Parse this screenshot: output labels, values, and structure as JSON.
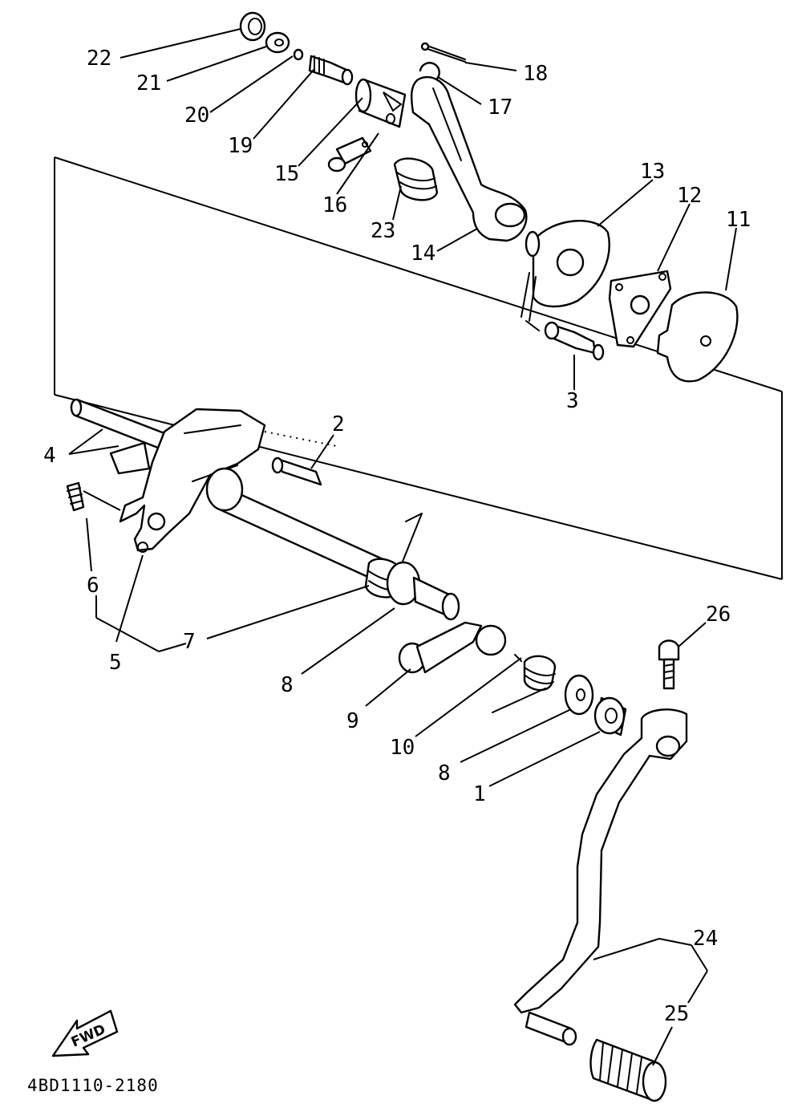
{
  "diagram": {
    "code": "4BD1110-2180",
    "direction_label": "FWD",
    "callouts": [
      "1",
      "2",
      "3",
      "4",
      "5",
      "6",
      "7",
      "8",
      "8",
      "9",
      "10",
      "11",
      "12",
      "13",
      "14",
      "15",
      "16",
      "17",
      "18",
      "19",
      "20",
      "21",
      "22",
      "23",
      "24",
      "25",
      "26"
    ]
  }
}
